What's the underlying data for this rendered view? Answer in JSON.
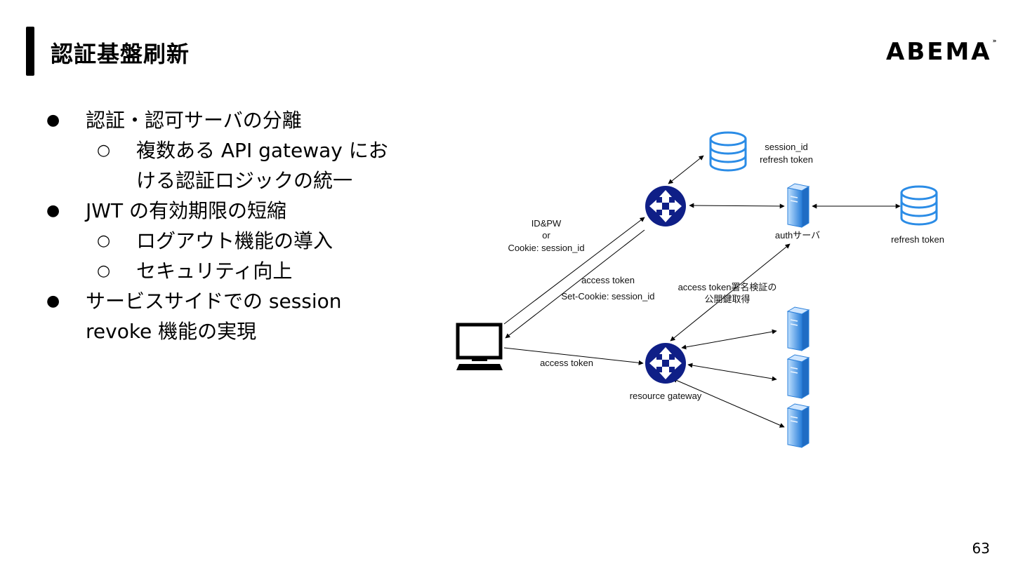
{
  "slide": {
    "title": "認証基盤刷新",
    "logo": "ABEMA",
    "page_number": "63"
  },
  "bullets": [
    {
      "level": 1,
      "text": "認証・認可サーバの分離"
    },
    {
      "level": 2,
      "text": "複数ある API gateway にお\nける認証ロジックの統一"
    },
    {
      "level": 1,
      "text": "JWT の有効期限の短縮"
    },
    {
      "level": 2,
      "text": "ログアウト機能の導入"
    },
    {
      "level": 2,
      "text": "セキュリティ向上"
    },
    {
      "level": 1,
      "text": "サービスサイドでの session\nrevoke 機能の実現"
    }
  ],
  "diagram": {
    "labels": {
      "session_db_1": "session_id",
      "session_db_2": "refresh token",
      "login_1": "ID&PW",
      "login_2": "or",
      "login_3": "Cookie: session_id",
      "auth_server": "authサーバ",
      "refresh_db": "refresh token",
      "resp_1": "access token",
      "resp_2": "Set-Cookie: session_id",
      "pubkey_1": "access token署名検証の",
      "pubkey_2": "公開鍵取得",
      "client_req": "access token",
      "resource_gw": "resource gateway"
    },
    "colors": {
      "router": "#0f1f87",
      "server_light": "#8fc3f5",
      "server_dark": "#2a7fd9",
      "db": "#2b8ce6"
    }
  }
}
